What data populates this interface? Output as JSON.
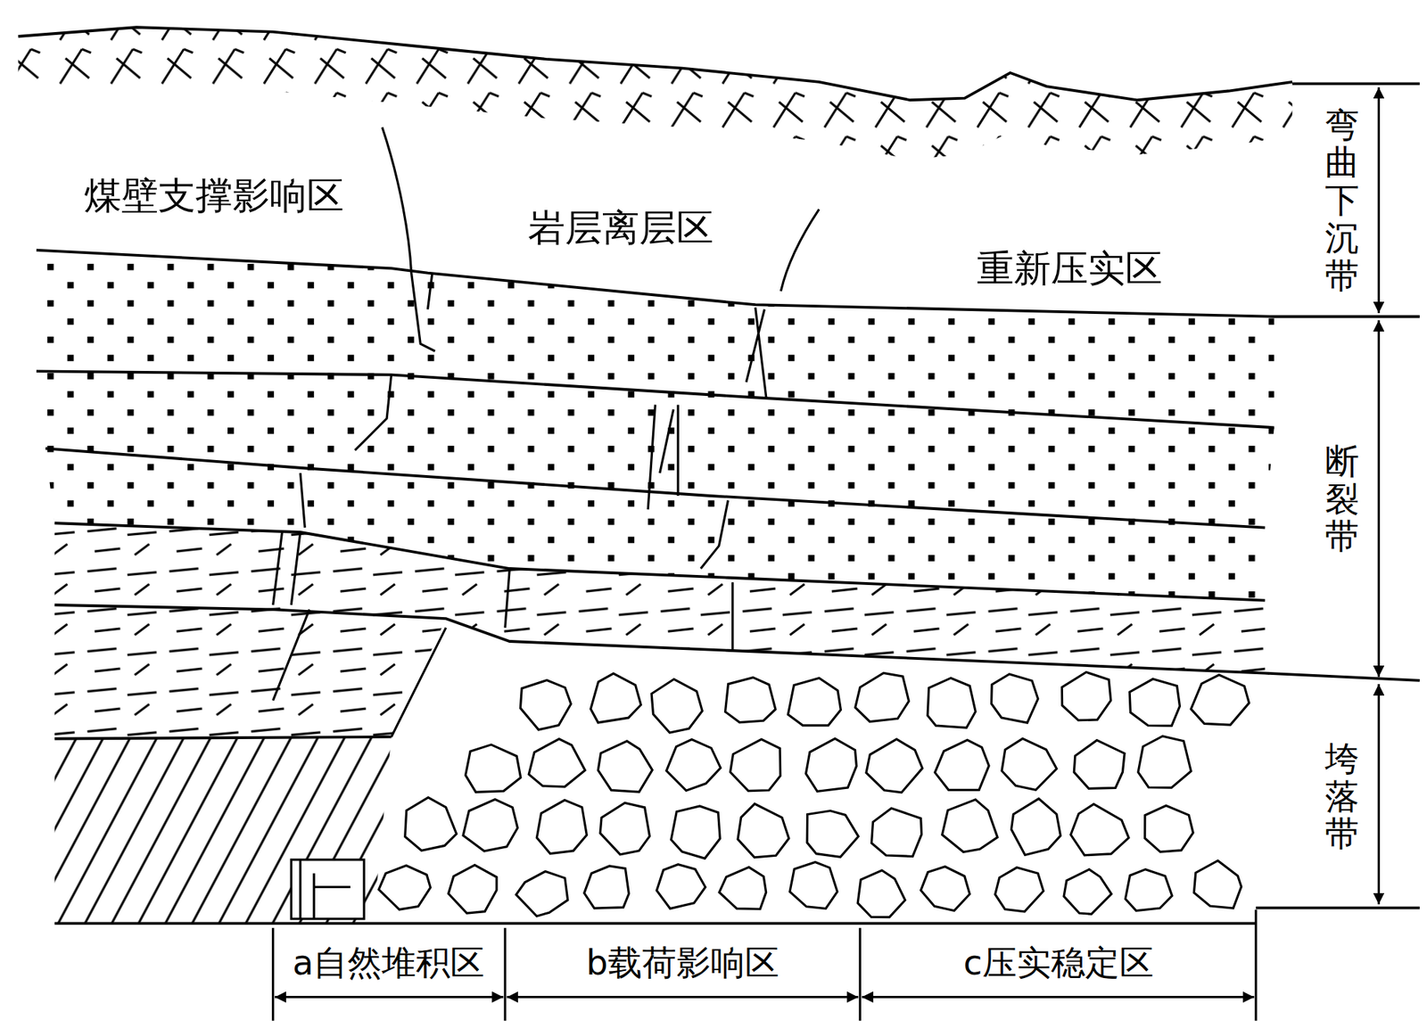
{
  "diagram": {
    "labels": [
      "煤壁支撑影响区",
      "岩层离层区",
      "重新压实区",
      "弯曲下沉带",
      "断裂带",
      "垮落带",
      "a自然堆积区",
      "b载荷影响区",
      "c压实稳定区"
    ]
  }
}
